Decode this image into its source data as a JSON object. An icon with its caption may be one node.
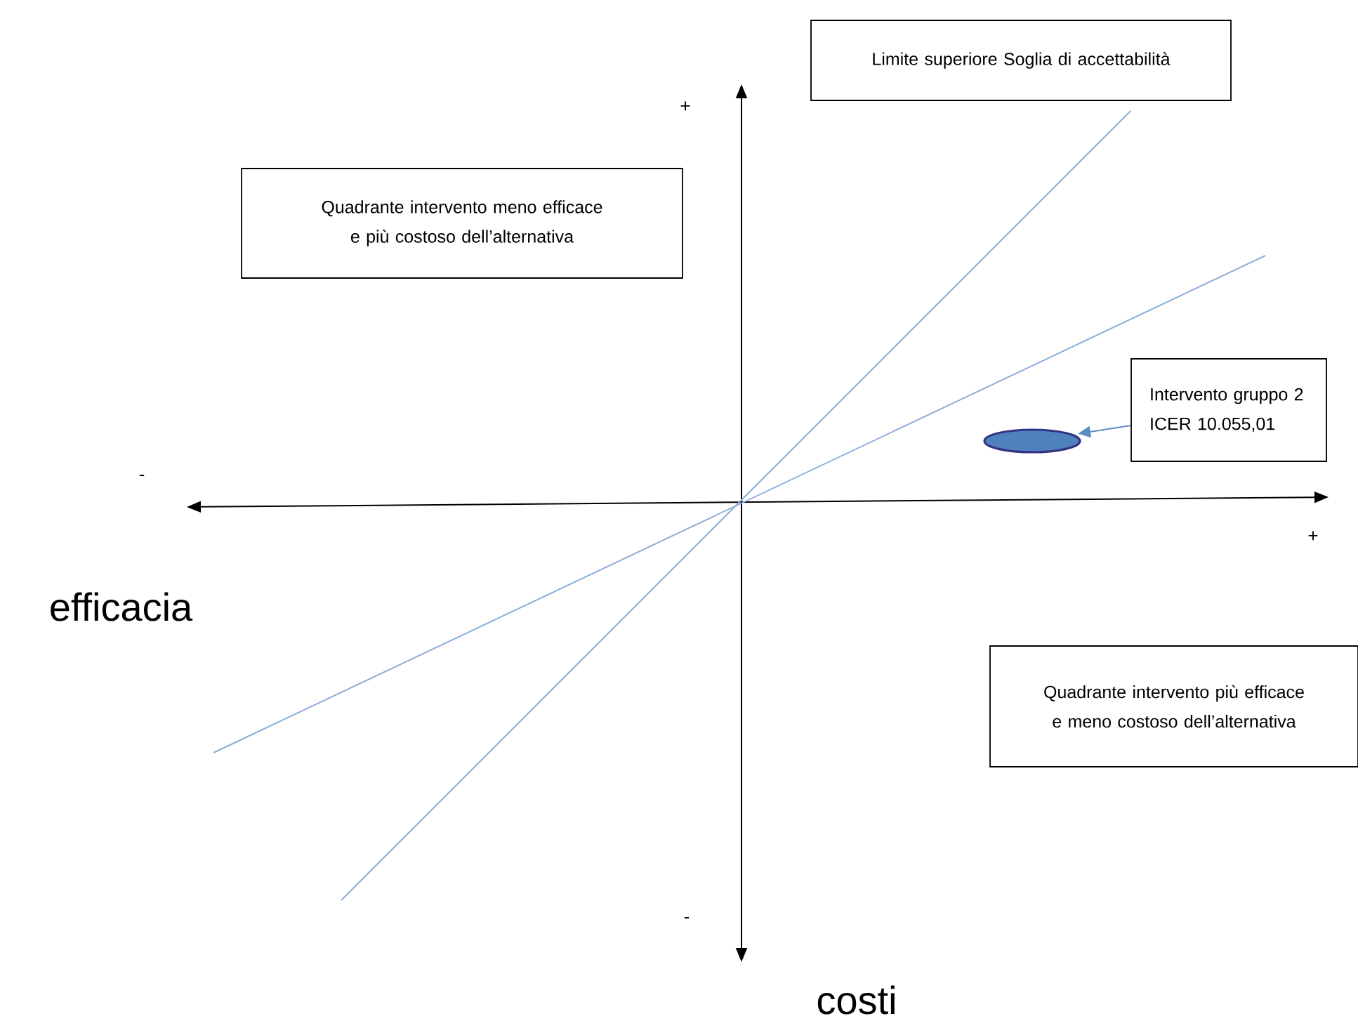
{
  "diagram": {
    "nodes": [
      {
        "text": [
          "Limite superiore Soglia di accettabilità"
        ]
      },
      {
        "text": [
          "Quadrante intervento meno efficace e più costoso dell’alternativa"
        ]
      },
      {
        "text": [
          "Intervento gruppo 2 ICER 10.055,01"
        ]
      },
      {
        "text": [],
        "shape": "ellipse"
      },
      {
        "text": [
          "Quadrante intervento più efficace e meno costoso dell’alternativa"
        ]
      }
    ],
    "edges": [
      {
        "from": 2,
        "to": 3,
        "arrow": "to",
        "color": "#5b8cc6"
      }
    ],
    "labels": [
      "+",
      "-",
      "+",
      "efficacia",
      "-",
      "costi"
    ]
  }
}
